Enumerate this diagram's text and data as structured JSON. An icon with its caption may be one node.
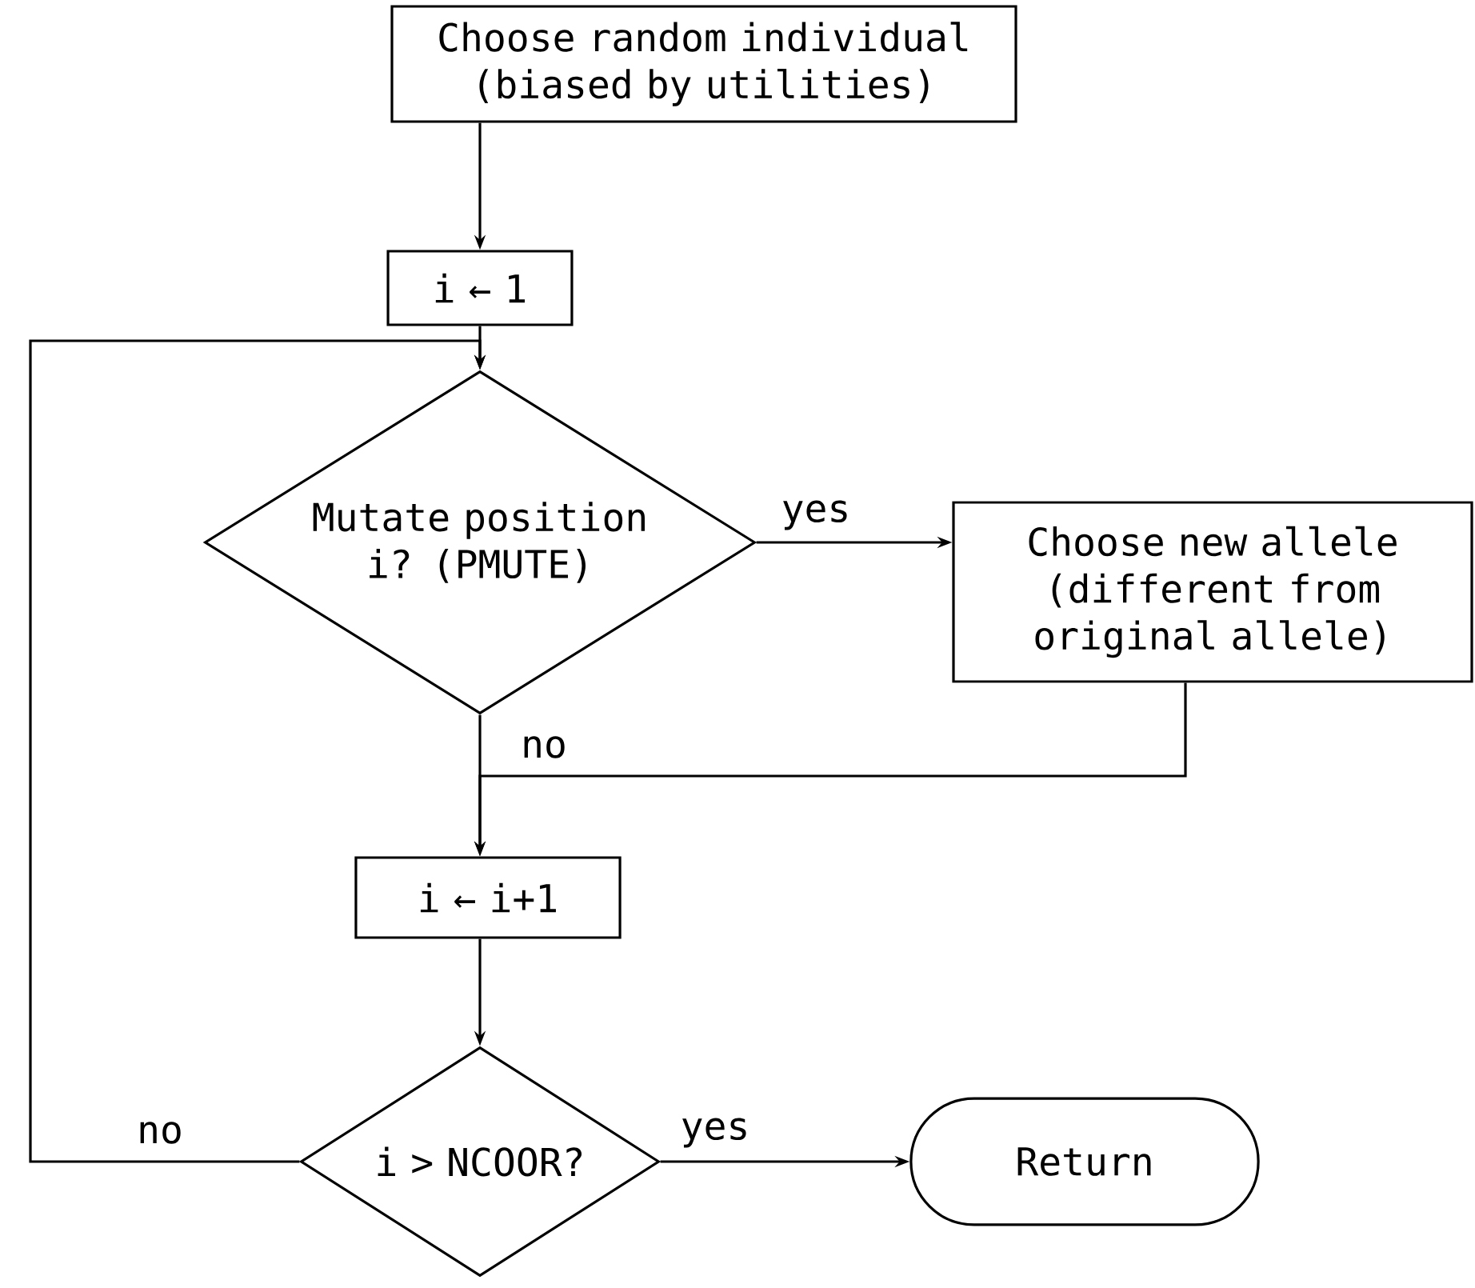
{
  "diagram": {
    "nodes": [
      {
        "text": [
          "Choose random individual (biased by utilities)"
        ]
      },
      {
        "text": [
          "i ← 1"
        ]
      },
      {
        "text": [
          "Mutate position i? (PMUTE)"
        ]
      },
      {
        "text": [
          "Choose new allele (different from original allele)"
        ]
      },
      {
        "text": [
          "i ← i+1"
        ]
      },
      {
        "text": [
          "i > NCOOR?"
        ]
      },
      {
        "text": [
          "Return"
        ]
      }
    ],
    "edges": [
      {
        "from": 0,
        "to": 1,
        "arrow": "to"
      },
      {
        "from": 1,
        "to": 2,
        "arrow": "to"
      },
      {
        "from": 2,
        "to": 3,
        "arrow": "to",
        "label": "yes"
      },
      {
        "from": 2,
        "to": 4,
        "arrow": "to",
        "label": "no"
      },
      {
        "from": 3,
        "to": 4,
        "arrow": "to"
      },
      {
        "from": 4,
        "to": 5,
        "arrow": "to"
      },
      {
        "from": 5,
        "to": 2,
        "arrow": "to",
        "label": "no"
      },
      {
        "from": 5,
        "to": 6,
        "arrow": "to",
        "label": "yes"
      }
    ]
  }
}
